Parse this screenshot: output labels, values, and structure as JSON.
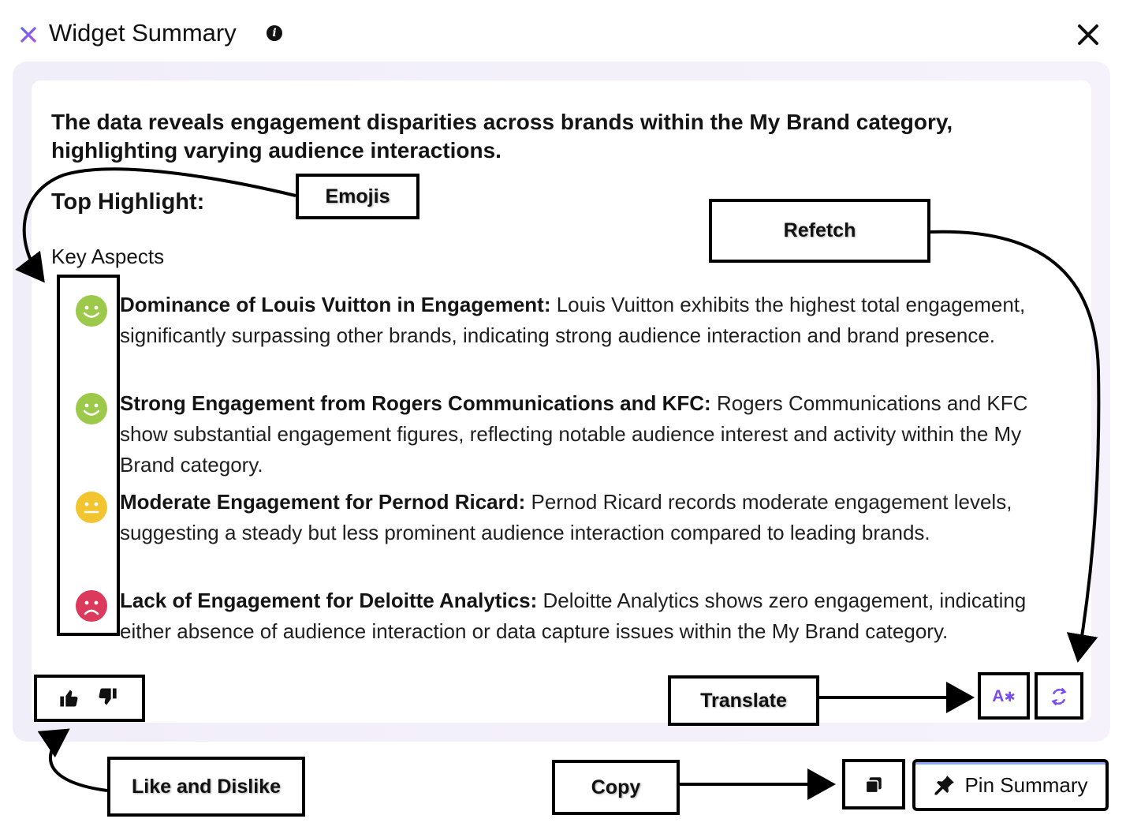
{
  "header": {
    "title": "Widget Summary",
    "info_icon": "info-icon",
    "close_icon": "close-icon",
    "sparkle_icon": "sparkle-icon"
  },
  "summary": {
    "text": "The data reveals engagement disparities across brands within the My Brand category, highlighting varying audience interactions.",
    "top_highlight_label": "Top Highlight:",
    "key_aspects_label": "Key Aspects"
  },
  "aspects": [
    {
      "sentiment": "positive",
      "icon": "smile-icon",
      "title": "Dominance of Louis Vuitton in Engagement:",
      "body": " Louis Vuitton exhibits the highest total engagement, significantly surpassing other brands, indicating strong audience interaction and brand presence."
    },
    {
      "sentiment": "positive",
      "icon": "smile-icon",
      "title": "Strong Engagement from Rogers Communications and KFC:",
      "body": " Rogers Communications and KFC show substantial engagement figures, reflecting notable audience interest and activity within the My Brand category."
    },
    {
      "sentiment": "neutral",
      "icon": "neutral-face-icon",
      "title": "Moderate Engagement for Pernod Ricard:",
      "body": " Pernod Ricard records moderate engagement levels, suggesting a steady but less prominent audience interaction compared to leading brands."
    },
    {
      "sentiment": "negative",
      "icon": "frown-icon",
      "title": "Lack of Engagement for Deloitte Analytics:",
      "body": " Deloitte Analytics shows zero engagement, indicating either absence of audience interaction or data capture issues within the My Brand category."
    }
  ],
  "annotations": {
    "emojis": "Emojis",
    "refetch": "Refetch",
    "translate": "Translate",
    "like_dislike": "Like and Dislike",
    "copy": "Copy"
  },
  "actions": {
    "pin_label": "Pin Summary",
    "translate_glyph": "A",
    "like_icon": "thumbs-up-icon",
    "dislike_icon": "thumbs-down-icon",
    "copy_icon": "copy-icon",
    "refetch_icon": "refresh-icon",
    "pin_icon": "pin-icon"
  },
  "colors": {
    "positive": "#9cc94a",
    "neutral": "#f2c530",
    "negative": "#dc3a5c",
    "accent": "#7b4cf0",
    "panel": "#f0eef9"
  }
}
